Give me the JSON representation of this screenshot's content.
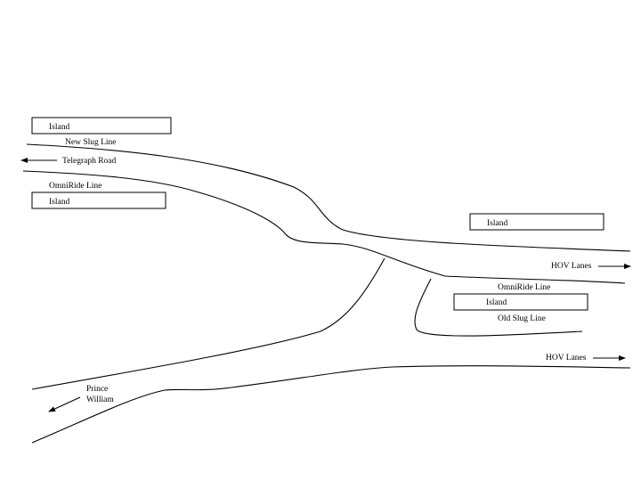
{
  "labels": {
    "island_top_left": "Island",
    "new_slug_line": "New Slug Line",
    "telegraph_road": "Telegraph Road",
    "omniride_line_left": "OmniRide Line",
    "island_mid_left": "Island",
    "island_right": "Island",
    "hov_lanes_upper": "HOV Lanes",
    "omniride_line_right": "OmniRide Line",
    "island_lower_right": "Island",
    "old_slug_line": "Old Slug Line",
    "hov_lanes_lower": "HOV Lanes",
    "prince": "Prince",
    "william": "William"
  }
}
